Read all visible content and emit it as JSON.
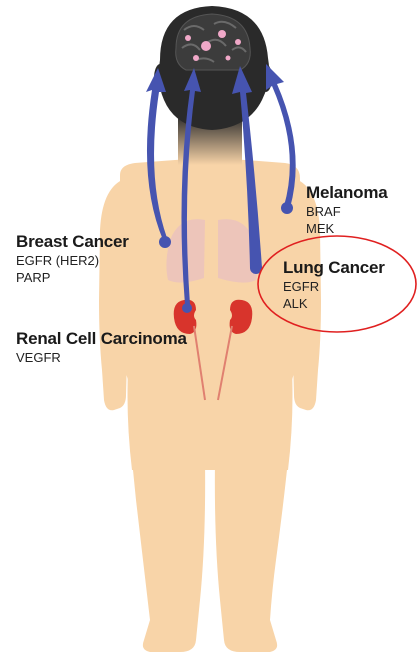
{
  "colors": {
    "body": "#f8d4a8",
    "head": "#2a2a2a",
    "brain": "#3a3a3a",
    "lesion": "#f0a8c8",
    "arrow": "#4654b0",
    "lung": "#ecc4bc",
    "kidney": "#d8342c",
    "highlight_circle": "#e02020"
  },
  "cancers": [
    {
      "id": "breast",
      "name": "Breast Cancer",
      "targets": [
        "EGFR (HER2)",
        "PARP"
      ]
    },
    {
      "id": "renal",
      "name": "Renal Cell Carcinoma",
      "targets": [
        "VEGFR"
      ]
    },
    {
      "id": "melanoma",
      "name": "Melanoma",
      "targets": [
        "BRAF",
        "MEK"
      ]
    },
    {
      "id": "lung",
      "name": "Lung Cancer",
      "targets": [
        "EGFR",
        "ALK"
      ],
      "highlighted": true
    }
  ]
}
